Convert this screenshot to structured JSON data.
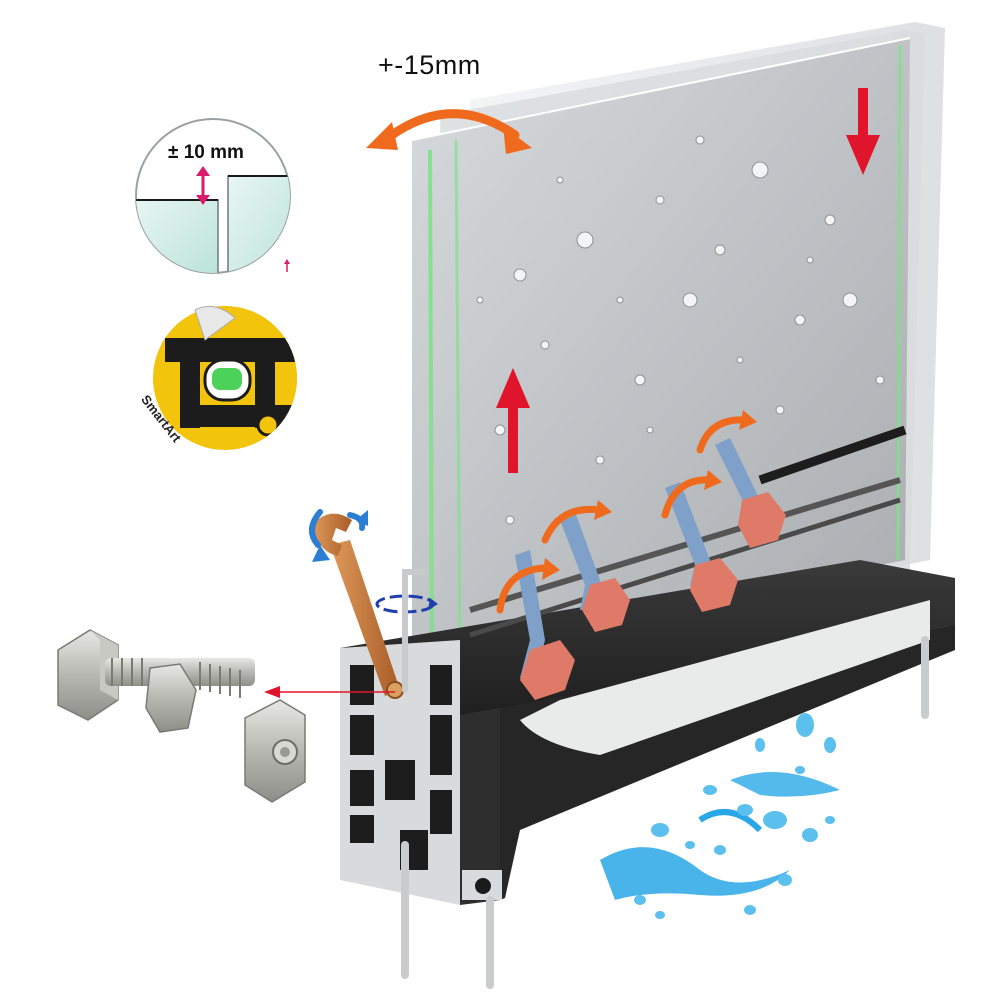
{
  "labels": {
    "adjust_range": "+-15mm",
    "height_tolerance": "± 10 mm",
    "level_brand": "SmartArt"
  },
  "colors": {
    "arrow_red": "#e0142a",
    "arrow_orange": "#f06a1e",
    "rotate_blue": "#2a7fd4",
    "glass_edge_green": "#7fe08a",
    "profile_dark": "#2a2a2a",
    "level_yellow": "#f2c40c",
    "water_blue": "#29a7e6",
    "wrench_copper": "#c77a3a",
    "wedge_steel": "#7fa0c8",
    "clamp_pad": "#e07a68"
  },
  "icons": {
    "tolerance_callout": "magnify-detail-icon",
    "spirit_level": "spirit-level-icon",
    "wrench": "wrench-icon",
    "adjust_bolt": "adjusting-bolt-icon",
    "water_splash": "water-splash-icon"
  }
}
